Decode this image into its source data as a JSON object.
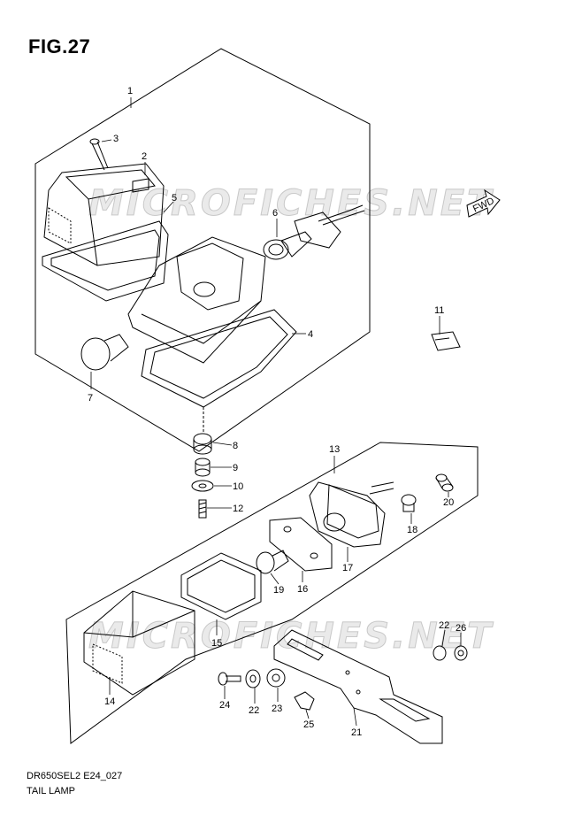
{
  "figure": {
    "title": "FIG.27",
    "drawing_code": "DR650SEL2 E24_027",
    "drawing_name": "TAIL LAMP"
  },
  "watermark": "MICROFICHES.NET",
  "fwd_badge": "FWD",
  "callouts": {
    "c1": "1",
    "c2": "2",
    "c3": "3",
    "c4": "4",
    "c5": "5",
    "c6": "6",
    "c7": "7",
    "c8": "8",
    "c9": "9",
    "c10": "10",
    "c11": "11",
    "c12": "12",
    "c13": "13",
    "c14": "14",
    "c15": "15",
    "c16": "16",
    "c17": "17",
    "c18": "18",
    "c19": "19",
    "c20": "20",
    "c21": "21",
    "c22a": "22",
    "c22b": "22",
    "c23": "23",
    "c24": "24",
    "c25": "25",
    "c26": "26"
  },
  "colors": {
    "line": "#000000",
    "background": "#ffffff",
    "watermark": "#a0a0a0"
  }
}
